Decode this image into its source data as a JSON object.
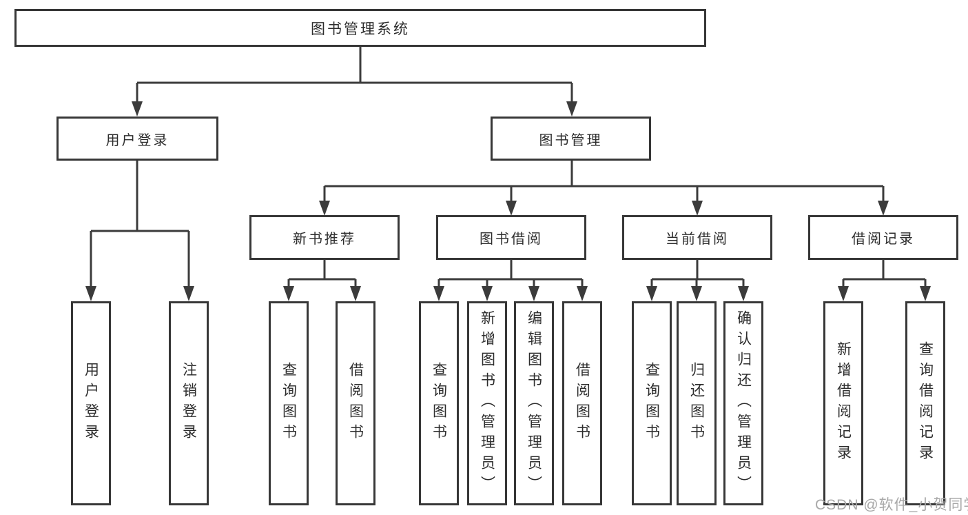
{
  "colors": {
    "background": "#ffffff",
    "box_border": "#373737",
    "line": "#3b3b3b",
    "text": "#2d2d2d",
    "watermark": "#a8a8a8"
  },
  "watermark": {
    "text": "CSDN @软件_小贺同学"
  },
  "tree": {
    "root": {
      "label": "图书管理系统",
      "children": [
        {
          "label": "用户登录",
          "children": [
            {
              "label": "用户登录"
            },
            {
              "label": "注销登录"
            }
          ]
        },
        {
          "label": "图书管理",
          "children": [
            {
              "label": "新书推荐",
              "children": [
                {
                  "label": "查询图书"
                },
                {
                  "label": "借阅图书"
                }
              ]
            },
            {
              "label": "图书借阅",
              "children": [
                {
                  "label": "查询图书"
                },
                {
                  "label": "新增图书（管理员）"
                },
                {
                  "label": "编辑图书（管理员）"
                },
                {
                  "label": "借阅图书"
                }
              ]
            },
            {
              "label": "当前借阅",
              "children": [
                {
                  "label": "查询图书"
                },
                {
                  "label": "归还图书"
                },
                {
                  "label": "确认归还（管理员）"
                }
              ]
            },
            {
              "label": "借阅记录",
              "children": [
                {
                  "label": "新增借阅记录"
                },
                {
                  "label": "查询借阅记录"
                }
              ]
            }
          ]
        }
      ]
    }
  }
}
